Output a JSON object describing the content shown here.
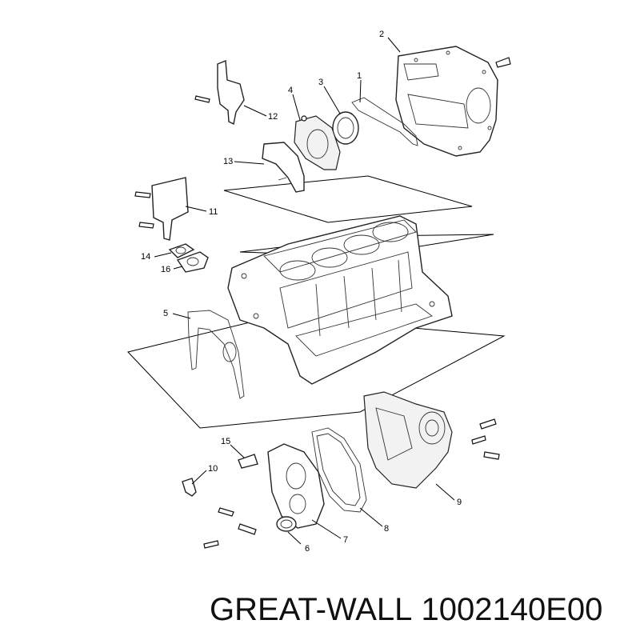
{
  "diagram": {
    "callouts": [
      {
        "id": "1",
        "label": "1"
      },
      {
        "id": "2",
        "label": "2"
      },
      {
        "id": "3",
        "label": "3"
      },
      {
        "id": "4",
        "label": "4"
      },
      {
        "id": "5",
        "label": "5"
      },
      {
        "id": "6",
        "label": "6"
      },
      {
        "id": "7",
        "label": "7"
      },
      {
        "id": "8",
        "label": "8"
      },
      {
        "id": "9",
        "label": "9"
      },
      {
        "id": "10",
        "label": "10"
      },
      {
        "id": "11",
        "label": "11"
      },
      {
        "id": "12",
        "label": "12"
      },
      {
        "id": "13",
        "label": "13"
      },
      {
        "id": "14",
        "label": "14"
      },
      {
        "id": "15",
        "label": "15"
      },
      {
        "id": "16",
        "label": "16"
      }
    ]
  },
  "caption": {
    "brand": "GREAT-WALL",
    "part_number": "1002140E00"
  }
}
